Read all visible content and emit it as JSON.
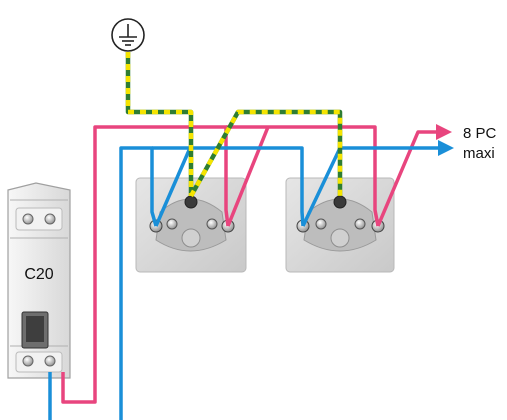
{
  "diagram": {
    "breaker_rating": "C20",
    "output_label_line1": "8 PC",
    "output_label_line2": "maxi",
    "ground_symbol": "earth-ground-icon",
    "colors": {
      "phase": "#e8457e",
      "neutral": "#1a8fd8",
      "earth_green": "#2e7d32",
      "earth_yellow": "#f5e400",
      "socket_plate": "#d9d9d9",
      "breaker_body": "#ececec"
    }
  }
}
